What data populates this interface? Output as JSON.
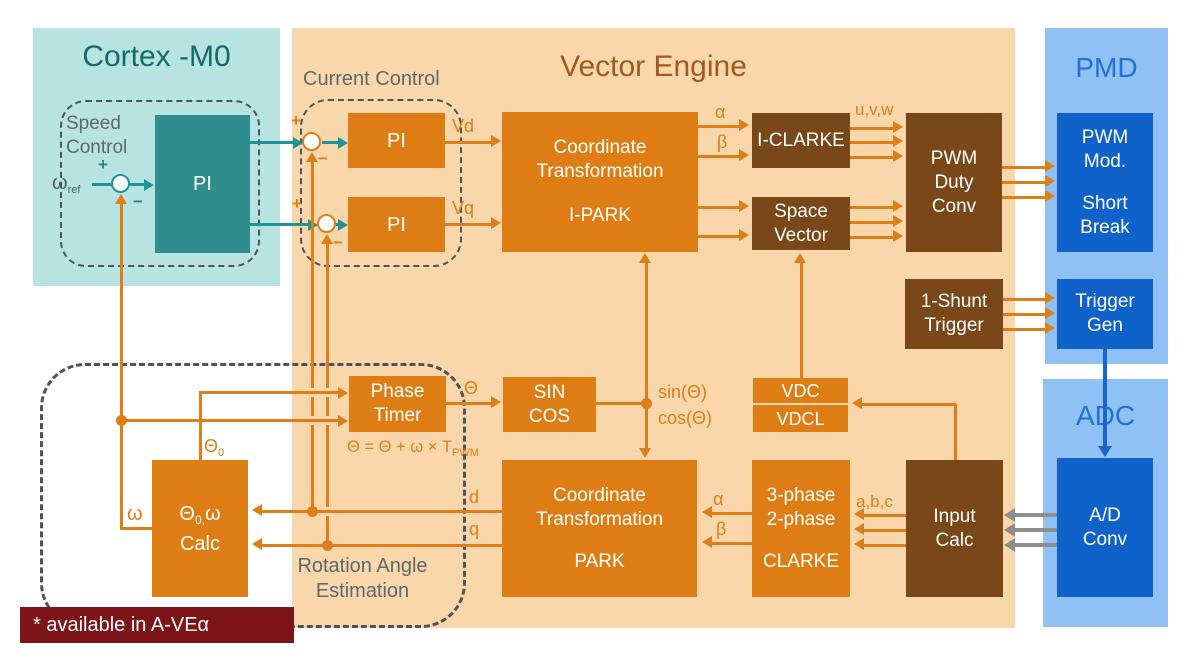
{
  "titles": {
    "cortex": "Cortex -M0",
    "vector": "Vector Engine",
    "pmd": "PMD",
    "adc": "ADC"
  },
  "groups": {
    "speed_control": "Speed Control",
    "current_control": "Current Control",
    "rotation_line1": "Rotation Angle",
    "rotation_line2": "Estimation"
  },
  "blocks": {
    "speed_pi": "PI",
    "pi_d": "PI",
    "pi_q": "PI",
    "ipark_l1": "Coordinate",
    "ipark_l2": "Transformation",
    "ipark_l3": "I-PARK",
    "iclarke": "I-CLARKE",
    "space_l1": "Space",
    "space_l2": "Vector",
    "pwmduty_l1": "PWM",
    "pwmduty_l2": "Duty",
    "pwmduty_l3": "Conv",
    "pwmmod_l1": "PWM",
    "pwmmod_l2": "Mod.",
    "pwmmod_l3": "Short",
    "pwmmod_l4": "Break",
    "oneshunt_l1": "1-Shunt",
    "oneshunt_l2": "Trigger",
    "triggen_l1": "Trigger",
    "triggen_l2": "Gen",
    "phasetimer_l1": "Phase",
    "phasetimer_l2": "Timer",
    "sincos_l1": "SIN",
    "sincos_l2": "COS",
    "vdc": "VDC",
    "vdcl": "VDCL",
    "park_l1": "Coordinate",
    "park_l2": "Transformation",
    "park_l3": "PARK",
    "clarke_l1": "3-phase",
    "clarke_l2": "2-phase",
    "clarke_l3": "CLARKE",
    "inputcalc_l1": "Input",
    "inputcalc_l2": "Calc",
    "adconv_l1": "A/D",
    "adconv_l2": "Conv",
    "thetacalc_main": "Θ",
    "thetacalc_sub": "0,",
    "thetacalc_rest": "ω",
    "thetacalc_l2": "Calc"
  },
  "signals": {
    "omega_ref_main": "ω",
    "omega_ref_sub": "ref",
    "vd": "Vd",
    "vq": "Vq",
    "alpha_top": "α",
    "beta_top": "β",
    "uvw": "u,v,w",
    "theta": "Θ",
    "sin_theta": "sin(Θ)",
    "cos_theta": "cos(Θ)",
    "formula_main": "Θ = Θ + ω × T",
    "formula_sub": "PWM",
    "theta0_main": "Θ",
    "theta0_sub": "0",
    "omega": "ω",
    "d": "d",
    "q": "q",
    "alpha_bottom": "α",
    "beta_bottom": "β",
    "abc": "a,b,c",
    "plus": "+",
    "minus": "−"
  },
  "badge": "* available in A-VEα",
  "colors": {
    "cortex_panel": "#b7e3e1",
    "vector_panel": "#fad7ab",
    "blue_panel": "#90c1f5",
    "orange_block": "#de7d14",
    "brown_block": "#7a4718",
    "blue_block": "#0e62c9",
    "teal_block": "#2f8e8d",
    "orange_line": "#dd7e18",
    "teal_line": "#1f9494",
    "blue_line": "#1866cc",
    "gray_line": "#8e8e8e",
    "badge_bg": "#7d1417",
    "cortex_title": "#156a6b",
    "vector_title": "#a15a1d",
    "blue_title": "#2470d8"
  }
}
